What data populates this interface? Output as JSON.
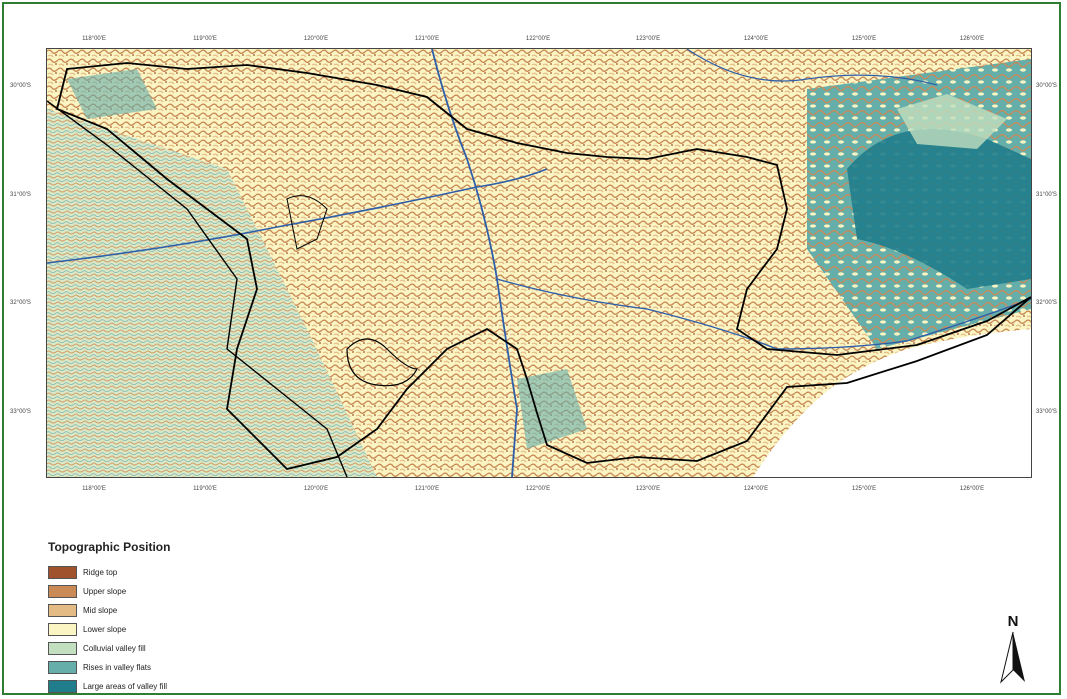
{
  "legend": {
    "title": "Topographic Position",
    "items": [
      {
        "label": "Ridge top",
        "color": "#a0522d"
      },
      {
        "label": "Upper slope",
        "color": "#c98a55"
      },
      {
        "label": "Mid slope",
        "color": "#e4bb85"
      },
      {
        "label": "Lower slope",
        "color": "#fbf5c4"
      },
      {
        "label": "Colluvial valley fill",
        "color": "#c2dfbf"
      },
      {
        "label": "Rises in valley flats",
        "color": "#66aeaa"
      },
      {
        "label": "Large areas of valley fill",
        "color": "#1f7d8c"
      }
    ]
  },
  "graticule": {
    "longitudes": [
      "118°00'E",
      "119°00'E",
      "120°00'E",
      "121°00'E",
      "122°00'E",
      "123°00'E",
      "124°00'E",
      "125°00'E",
      "126°00'E"
    ],
    "latitudes": [
      "30°00'S",
      "31°00'S",
      "32°00'S",
      "33°00'S"
    ]
  },
  "north_arrow": {
    "letter": "N"
  },
  "colors": {
    "frame": "#2e7d32",
    "boundary": "#000000",
    "rivers": "#2f5fa8"
  }
}
